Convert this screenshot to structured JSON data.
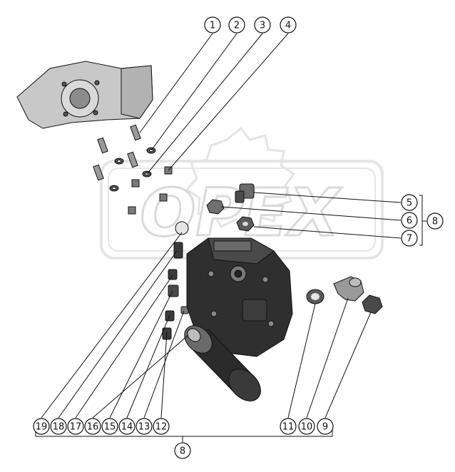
{
  "watermark": {
    "text": "OPEX"
  },
  "colors": {
    "part_dark": "#2a2a2a",
    "part_mid": "#5c5c5c",
    "part_light": "#9a9a9a",
    "housing": "#c9c9c9",
    "watermark": "#d6d6d6"
  },
  "callouts": [
    {
      "id": "c1",
      "label": "1"
    },
    {
      "id": "c2",
      "label": "2"
    },
    {
      "id": "c3",
      "label": "3"
    },
    {
      "id": "c4",
      "label": "4"
    },
    {
      "id": "c5",
      "label": "5"
    },
    {
      "id": "c6",
      "label": "6"
    },
    {
      "id": "c7",
      "label": "7"
    },
    {
      "id": "c8a",
      "label": "8"
    },
    {
      "id": "c8b",
      "label": "8"
    },
    {
      "id": "c9",
      "label": "9"
    },
    {
      "id": "c10",
      "label": "10"
    },
    {
      "id": "c11",
      "label": "11"
    },
    {
      "id": "c12",
      "label": "12"
    },
    {
      "id": "c13",
      "label": "13"
    },
    {
      "id": "c14",
      "label": "14"
    },
    {
      "id": "c15",
      "label": "15"
    },
    {
      "id": "c16",
      "label": "16"
    },
    {
      "id": "c17",
      "label": "17"
    },
    {
      "id": "c18",
      "label": "18"
    },
    {
      "id": "c19",
      "label": "19"
    }
  ]
}
